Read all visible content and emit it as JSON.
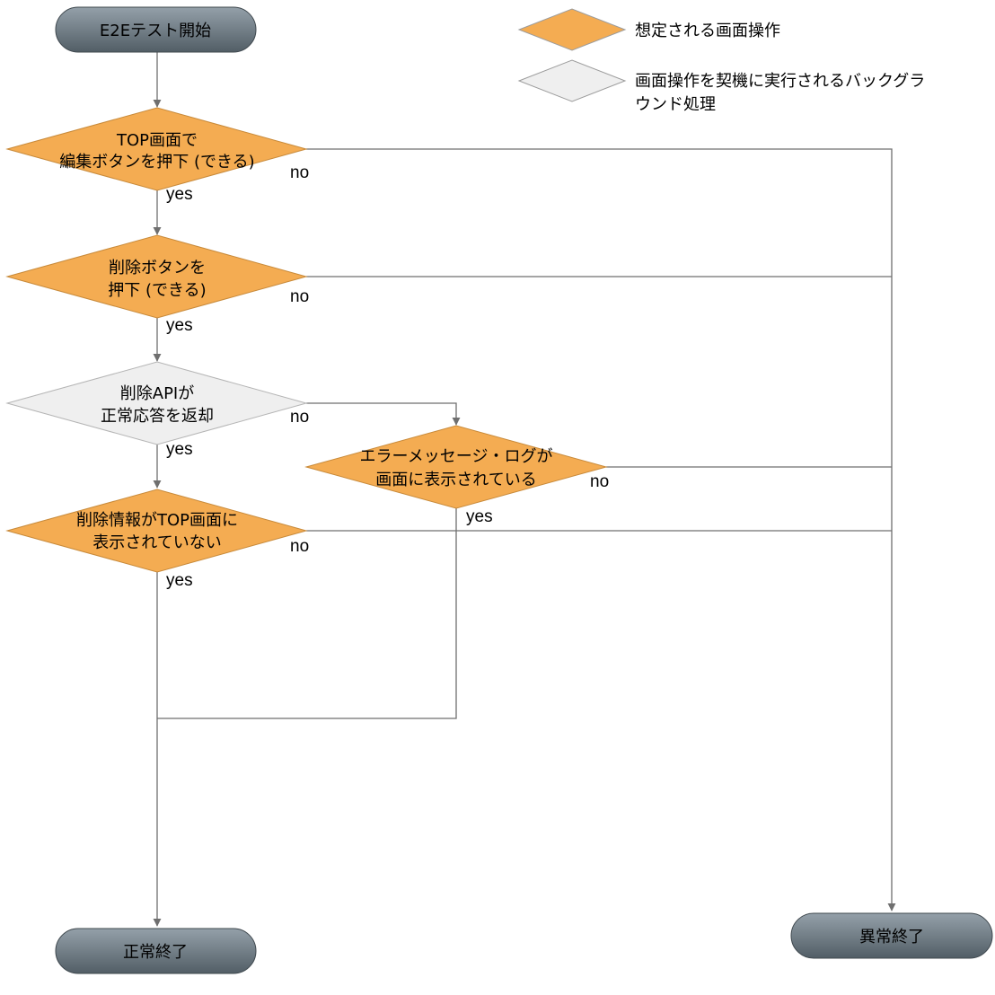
{
  "colors": {
    "ui_operation": "#f4ac52",
    "background_process": "#efefef",
    "terminal_top": "#94a0a9",
    "terminal_bottom": "#525e66",
    "edge": "#6f6f6f"
  },
  "legend": {
    "ui_operation": "想定される画面操作",
    "background_process_line1": "画面操作を契機に実行されるバックグラ",
    "background_process_line2": "ウンド処理"
  },
  "nodes": {
    "start": "E2Eテスト開始",
    "q1_line1": "TOP画面で",
    "q1_line2": "編集ボタンを押下 (できる)",
    "q2_line1": "削除ボタンを",
    "q2_line2": "押下 (できる)",
    "q3_line1": "削除APIが",
    "q3_line2": "正常応答を返却",
    "q4_line1": "削除情報がTOP画面に",
    "q4_line2": "表示されていない",
    "q5_line1": "エラーメッセージ・ログが",
    "q5_line2": "画面に表示されている",
    "end_normal": "正常終了",
    "end_abnormal": "異常終了"
  },
  "edge_labels": {
    "q1_yes": "yes",
    "q1_no": "no",
    "q2_yes": "yes",
    "q2_no": "no",
    "q3_yes": "yes",
    "q3_no": "no",
    "q4_yes": "yes",
    "q4_no": "no",
    "q5_yes": "yes",
    "q5_no": "no"
  }
}
